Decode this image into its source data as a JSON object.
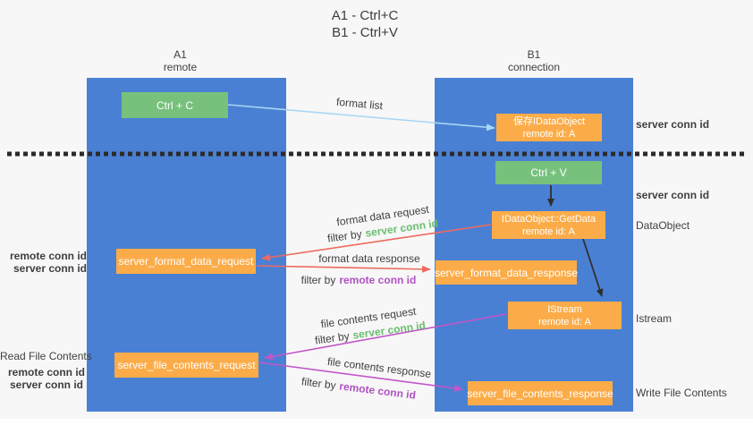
{
  "title": {
    "line1": "A1 - Ctrl+C",
    "line2": "B1 - Ctrl+V"
  },
  "lifelines": {
    "a1": {
      "name": "A1",
      "role": "remote"
    },
    "b1": {
      "name": "B1",
      "role": "connection"
    }
  },
  "nodes": {
    "ctrl_c": {
      "label": "Ctrl + C"
    },
    "save_dataobject": {
      "line1": "保存IDataObject",
      "line2": "remote id: A"
    },
    "ctrl_v": {
      "label": "Ctrl + V"
    },
    "getdata": {
      "line1": "IDataObject::GetData",
      "line2": "remote id: A"
    },
    "format_request": {
      "label": "server_format_data_request"
    },
    "format_response": {
      "label": "server_format_data_response"
    },
    "istream": {
      "line1": "IStream",
      "line2": "remote id: A"
    },
    "file_request": {
      "label": "server_file_contents_request"
    },
    "file_response": {
      "label": "server_file_contents_response"
    }
  },
  "arrows": {
    "format_list": "format list",
    "format_data_request": "format data request",
    "format_data_response": "format data response",
    "file_contents_request": "file contents request",
    "file_contents_response": "file contents response",
    "filter_by": "filter by",
    "server_conn_id": "server conn id",
    "remote_conn_id": "remote conn id"
  },
  "side_labels": {
    "server_conn_id": "server conn id",
    "remote_conn_id": "remote conn id",
    "dataobject": "DataObject",
    "istream": "Istream",
    "read_file_contents": "Read File Contents",
    "write_file_contents": "Write File Contents"
  },
  "colors": {
    "column_blue": "#4a80d4",
    "node_green": "#77c17d",
    "node_orange": "#fbac49",
    "arrow_lightblue": "#a8d7f2",
    "arrow_red": "#ed6a5e",
    "arrow_magenta": "#c157c9",
    "arrow_black": "#2f2f2f",
    "text_green": "#69be6e",
    "text_purple": "#b052c2",
    "text_dark": "#404040",
    "background": "#f7f7f7"
  }
}
